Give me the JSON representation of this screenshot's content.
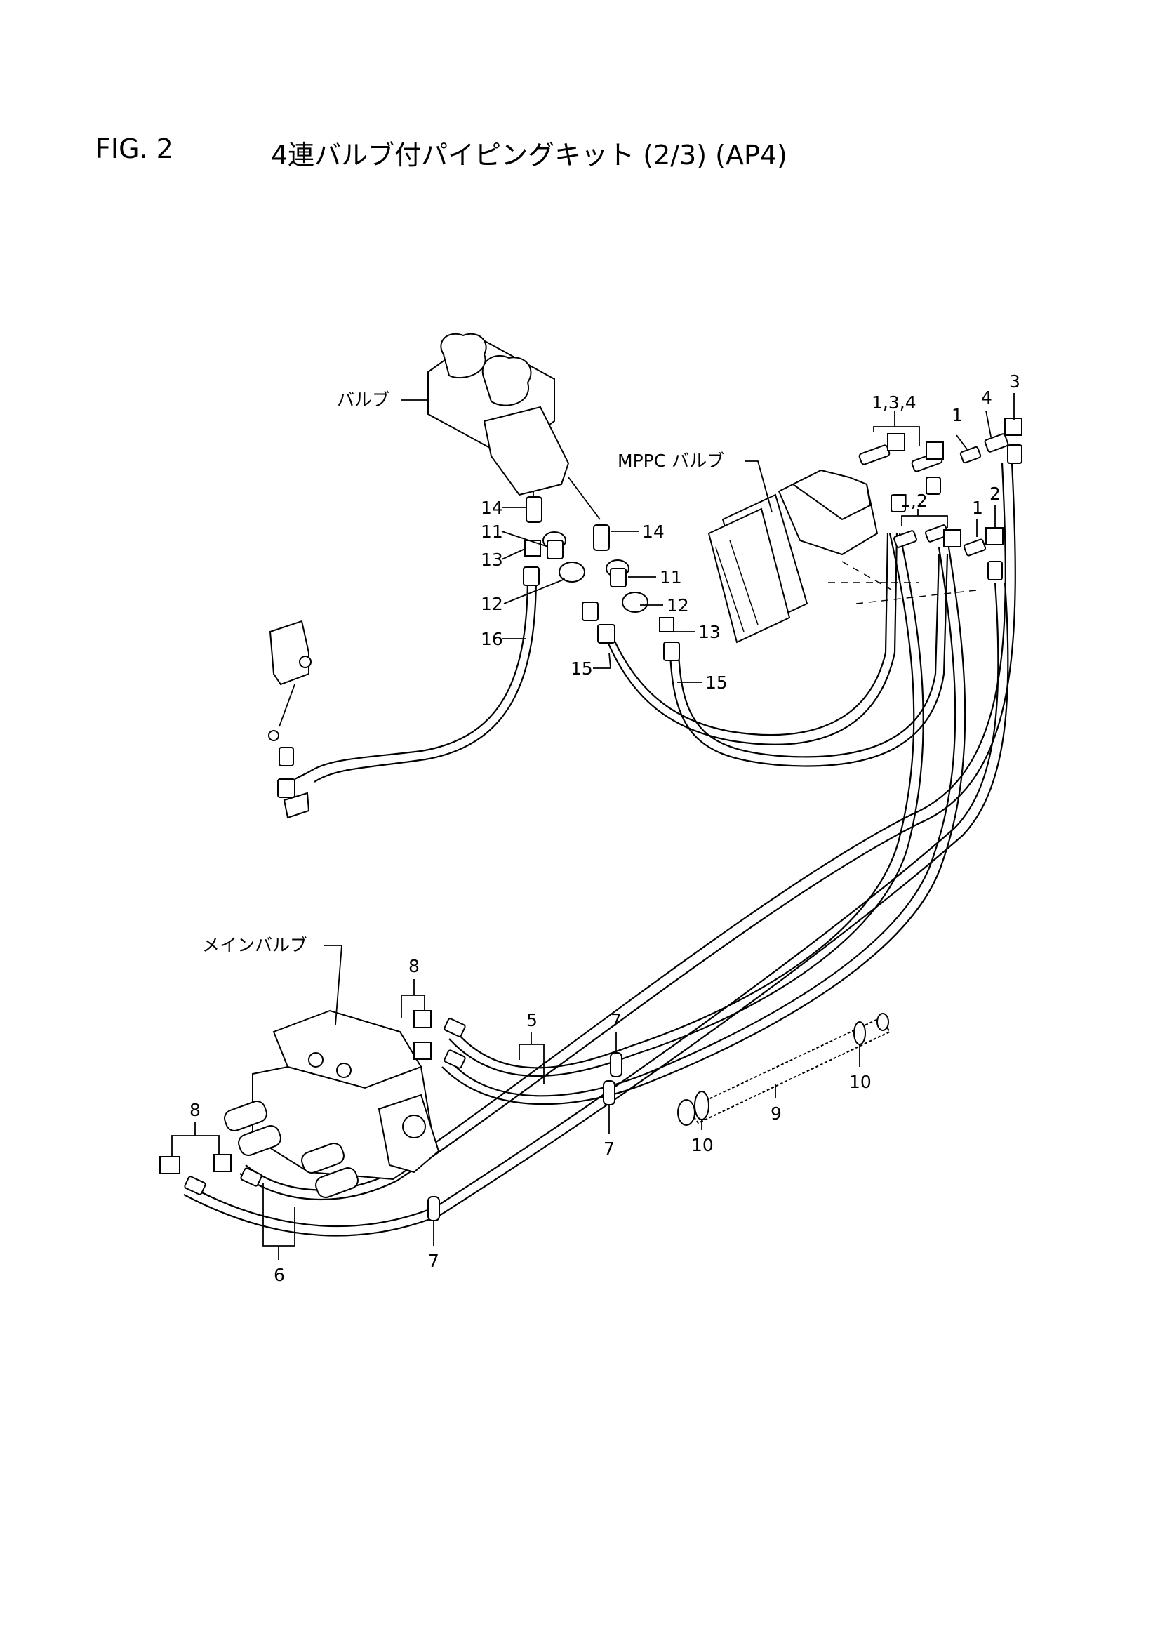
{
  "figure": {
    "number": "FIG. 2",
    "title": "4連バルブ付パイピングキット (2/3) (AP4)"
  },
  "components": {
    "valve": "バルブ",
    "mppc_valve": "MPPC バルブ",
    "main_valve": "メインバルブ"
  },
  "callouts": {
    "c_134": "1,3,4",
    "c_1a": "1",
    "c_4": "4",
    "c_3": "3",
    "c_12": "1,2",
    "c_1b": "1",
    "c_2": "2",
    "c_14a": "14",
    "c_14b": "14",
    "c_11a": "11",
    "c_11b": "11",
    "c_13a": "13",
    "c_13b": "13",
    "c_12a": "12",
    "c_12b": "12",
    "c_16": "16",
    "c_15a": "15",
    "c_15b": "15",
    "c_8a": "8",
    "c_8b": "8",
    "c_5": "5",
    "c_7a": "7",
    "c_7b": "7",
    "c_7c": "7",
    "c_6": "6",
    "c_9": "9",
    "c_10a": "10",
    "c_10b": "10"
  }
}
